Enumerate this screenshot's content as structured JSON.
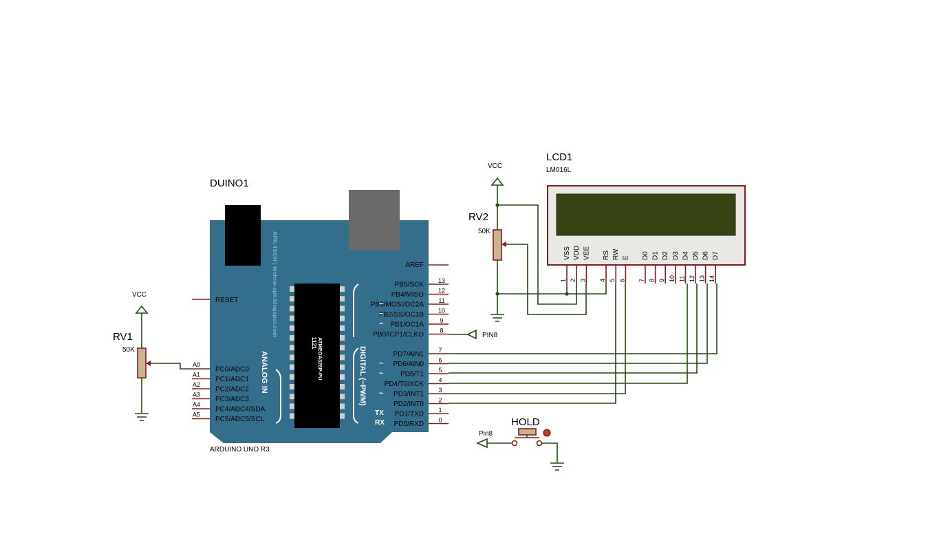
{
  "arduino": {
    "ref": "DUINO1",
    "model": "ARDUINO UNO R3",
    "chip_line1": "1121",
    "chip_line2": "ATMEGA328P-PU",
    "watermark": "APK-TECH | techno-apk.blogspot.com",
    "analog_title": "ANALOG IN",
    "digital_title": "DIGITAL (~PWM)",
    "aref": "AREF",
    "reset": "RESET",
    "tx": "TX",
    "rx": "RX",
    "colors": {
      "board": "#336f8c",
      "connector": "#000000",
      "usb": "#6a6a6a"
    },
    "top_pins": [
      {
        "name": "PB5/SCK",
        "num": "13",
        "pwm": false
      },
      {
        "name": "PB4/MISO",
        "num": "12",
        "pwm": false
      },
      {
        "name": "PB3/MOSI/OC2A",
        "num": "11",
        "pwm": true
      },
      {
        "name": "PB2/SS/OC1B",
        "num": "10",
        "pwm": true
      },
      {
        "name": "PB1/OC1A",
        "num": "9",
        "pwm": true
      },
      {
        "name": "PB0/ICP1/CLKO",
        "num": "8",
        "pwm": false
      }
    ],
    "bottom_pins": [
      {
        "name": "PD7/AIN1",
        "num": "7",
        "pwm": false
      },
      {
        "name": "PD6/AIN0",
        "num": "6",
        "pwm": true
      },
      {
        "name": "PD5/T1",
        "num": "5",
        "pwm": true
      },
      {
        "name": "PD4/T0/XCK",
        "num": "4",
        "pwm": false
      },
      {
        "name": "PD3/INT1",
        "num": "3",
        "pwm": true
      },
      {
        "name": "PD2/INT0",
        "num": "2",
        "pwm": false
      },
      {
        "name": "PD1/TXD",
        "num": "1",
        "pwm": false
      },
      {
        "name": "PD0/RXD",
        "num": "0",
        "pwm": false
      }
    ],
    "analog_pins": [
      {
        "name": "PC0/ADC0",
        "tag": "A0"
      },
      {
        "name": "PC1/ADC1",
        "tag": "A1"
      },
      {
        "name": "PC2/ADC2",
        "tag": "A2"
      },
      {
        "name": "PC3/ADC3",
        "tag": "A3"
      },
      {
        "name": "PC4/ADC4/SDA",
        "tag": "A4"
      },
      {
        "name": "PC5/ADC5/SCL",
        "tag": "A5"
      }
    ]
  },
  "rv1": {
    "ref": "RV1",
    "value": "50K",
    "supply": "VCC"
  },
  "rv2": {
    "ref": "RV2",
    "value": "50K",
    "supply": "VCC"
  },
  "lcd": {
    "ref": "LCD1",
    "model": "LM016L",
    "colors": {
      "frame": "#8b1a1a",
      "body": "#e8e8e4",
      "screen": "#374313"
    },
    "pins": [
      {
        "name": "VSS",
        "num": "1"
      },
      {
        "name": "VDD",
        "num": "2"
      },
      {
        "name": "VEE",
        "num": "3"
      },
      {
        "name": "RS",
        "num": "4"
      },
      {
        "name": "RW",
        "num": "5"
      },
      {
        "name": "E",
        "num": "6"
      },
      {
        "name": "D0",
        "num": "7"
      },
      {
        "name": "D1",
        "num": "8"
      },
      {
        "name": "D2",
        "num": "9"
      },
      {
        "name": "D3",
        "num": "10"
      },
      {
        "name": "D4",
        "num": "11"
      },
      {
        "name": "D5",
        "num": "12"
      },
      {
        "name": "D6",
        "num": "13"
      },
      {
        "name": "D7",
        "num": "14"
      }
    ]
  },
  "terminals": {
    "pin8_upper": "PIN8",
    "pin8_lower": "Pin8"
  },
  "hold_button": {
    "ref": "HOLD"
  }
}
